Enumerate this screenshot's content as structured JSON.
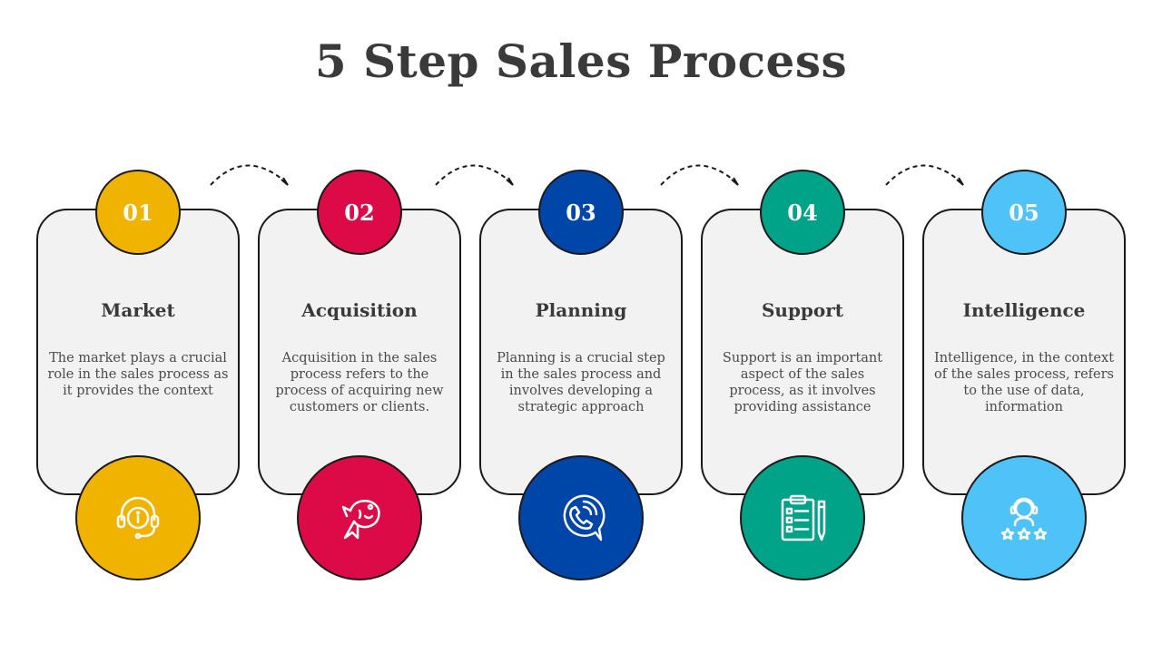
{
  "title": "5 Step Sales Process",
  "steps": [
    {
      "number": "01",
      "title": "Market",
      "description": "The market plays a crucial role in the sales process as it provides the context",
      "color": "#f0b400",
      "icon": "support-headset-info-icon"
    },
    {
      "number": "02",
      "title": "Acquisition",
      "description": "Acquisition in the sales process refers to the process of acquiring new customers or clients.",
      "color": "#dc0a46",
      "icon": "fish-icon"
    },
    {
      "number": "03",
      "title": "Planning",
      "description": "Planning is a crucial step in the sales process and involves developing a strategic approach",
      "color": "#0046a8",
      "icon": "phone-chat-icon"
    },
    {
      "number": "04",
      "title": "Support",
      "description": "Support is an important aspect of the sales process, as it involves providing assistance",
      "color": "#00a388",
      "icon": "clipboard-checklist-icon"
    },
    {
      "number": "05",
      "title": "Intelligence",
      "description": "Intelligence, in the context of the sales process, refers to the use of data, information",
      "color": "#4fc3f7",
      "icon": "agent-rating-icon"
    }
  ]
}
